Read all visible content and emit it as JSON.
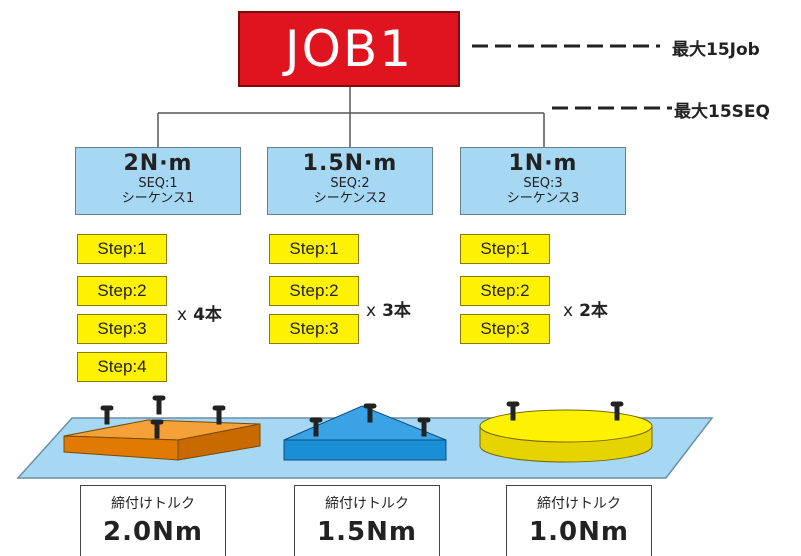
{
  "job": {
    "title": "JOB1",
    "max_job_label": "最大15Job",
    "max_seq_label": "最大15SEQ",
    "color": "#e0141e"
  },
  "sequences": [
    {
      "torque": "2N·m",
      "seq_id": "SEQ:1",
      "name": "シーケンス1",
      "steps": [
        "Step:1",
        "Step:2",
        "Step:3",
        "Step:4"
      ],
      "count_prefix": "x",
      "count": "4本",
      "workpiece": "orange-square-block",
      "fastener_torque_label": "締付けトルク",
      "fastener_torque": "2.0Nm"
    },
    {
      "torque": "1.5N·m",
      "seq_id": "SEQ:2",
      "name": "シーケンス2",
      "steps": [
        "Step:1",
        "Step:2",
        "Step:3"
      ],
      "count_prefix": "x",
      "count": "3本",
      "workpiece": "blue-triangle-block",
      "fastener_torque_label": "締付けトルク",
      "fastener_torque": "1.5Nm"
    },
    {
      "torque": "1N·m",
      "seq_id": "SEQ:3",
      "name": "シーケンス3",
      "steps": [
        "Step:1",
        "Step:2",
        "Step:3"
      ],
      "count_prefix": "x",
      "count": "2本",
      "workpiece": "yellow-round-block",
      "fastener_torque_label": "締付けトルク",
      "fastener_torque": "1.0Nm"
    }
  ],
  "colors": {
    "seq_box": "#a6d8f4",
    "step_box": "#fff200",
    "platform": "#a6d8f4",
    "orange_block": "#f08a00",
    "blue_block": "#1a8fd6",
    "yellow_block": "#fff200"
  }
}
